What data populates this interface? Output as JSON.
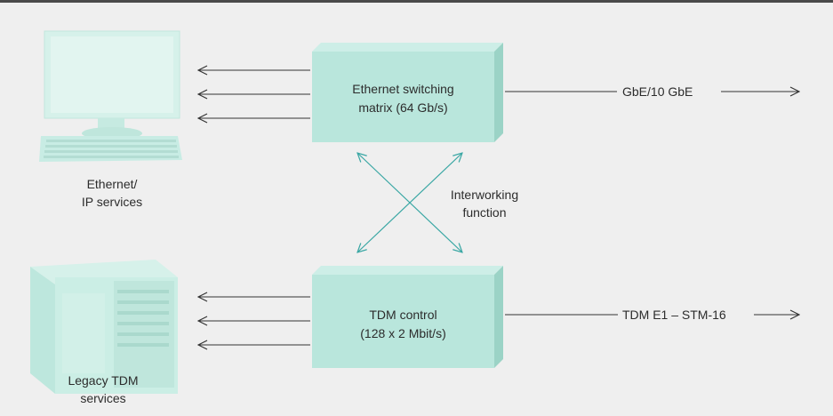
{
  "colors": {
    "background": "#efefef",
    "box_front": "#b9e6dc",
    "box_top": "#cdeee7",
    "box_side": "#9bd3c6",
    "arrow": "#333333",
    "cross_arrow": "#3aa7a4",
    "device": "#c8ece4"
  },
  "ethernet_block": {
    "line1": "Ethernet switching",
    "line2": "matrix (64 Gb/s)",
    "output_label": "GbE/10 GbE"
  },
  "tdm_block": {
    "line1": "TDM control",
    "line2": "(128 x 2 Mbit/s)",
    "output_label": "TDM E1 – STM-16"
  },
  "interworking": {
    "line1": "Interworking",
    "line2": "function"
  },
  "ethernet_services": {
    "line1": "Ethernet/",
    "line2": "IP services",
    "icon": "desktop-computer-icon"
  },
  "legacy_services": {
    "line1": "Legacy TDM",
    "line2": "services",
    "icon": "tdm-equipment-cabinet-icon"
  }
}
